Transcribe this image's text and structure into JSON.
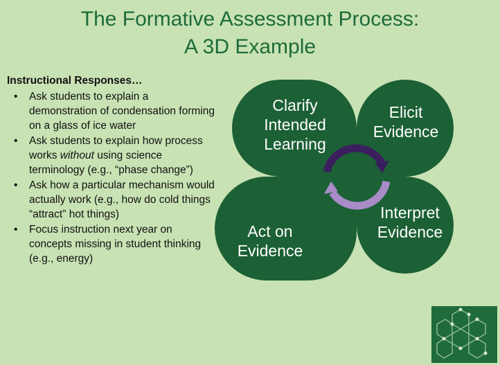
{
  "title": {
    "line1": "The Formative Assessment Process:",
    "line2": "A 3D Example"
  },
  "responses": {
    "heading": "Instructional Responses…",
    "items": [
      {
        "before": "Ask students to explain a demonstration of condensation forming on a glass of ice water",
        "italic": "",
        "after": ""
      },
      {
        "before": "Ask students to explain how process works ",
        "italic": "without",
        "after": " using science terminology (e.g., “phase change”)"
      },
      {
        "before": "Ask how a particular mechanism would actually work (e.g., how do cold things “attract” hot things)",
        "italic": "",
        "after": ""
      },
      {
        "before": "Focus instruction next year on concepts missing in student thinking (e.g., energy)",
        "italic": "",
        "after": ""
      }
    ]
  },
  "diagram": {
    "petals": {
      "clarify": "Clarify Intended Learning",
      "elicit": "Elicit Evidence",
      "interpret": "Interpret Evidence",
      "act": "Act on Evidence"
    },
    "colors": {
      "petal": "#1c6035",
      "arrow_dark": "#3a1f5e",
      "arrow_light": "#a98bc8"
    }
  },
  "colors": {
    "background": "#c8e2b4",
    "title": "#1d6b3a"
  },
  "logo": {
    "icon": "hexagon-molecule-logo"
  }
}
